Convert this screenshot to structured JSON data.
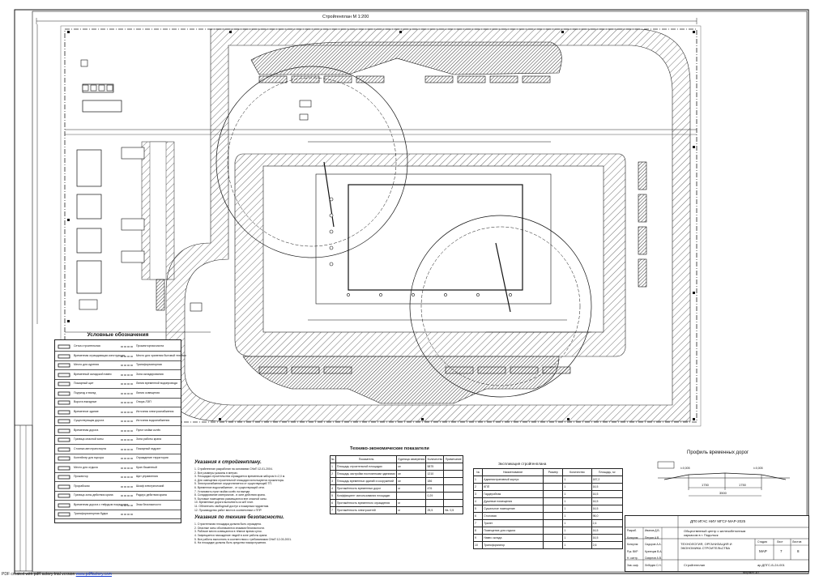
{
  "drawing": {
    "top_scale_label": "Стройгенплан М 1:200",
    "bottom_scale_label": "Стройгенплан",
    "format_label": "Формат А1"
  },
  "legend": {
    "title": "Условные обозначения",
    "rows": [
      {
        "left": "Сетка строительная",
        "right": "Прожекторная мачта"
      },
      {
        "left": "Временная ограждающая конструкция",
        "right": "Место для хранения бытовой техники"
      },
      {
        "left": "Место для курения",
        "right": "Трансформаторная"
      },
      {
        "left": "Временный складской навес",
        "right": "Зона складирования"
      },
      {
        "left": "Пожарный щит",
        "right": "Линия временной водопровода"
      },
      {
        "left": "Подъезд и въезд",
        "right": "Линия освещения"
      },
      {
        "left": "Ворота въездные",
        "right": "Опора ЛЭП"
      },
      {
        "left": "Временное здание",
        "right": "Источник электроснабжения"
      },
      {
        "left": "Существующая дорога",
        "right": "Источник водоснабжения"
      },
      {
        "left": "Временная дорога",
        "right": "Пункт мойки колёс"
      },
      {
        "left": "Граница опасной зоны",
        "right": "Зона работы крана"
      },
      {
        "left": "Стоянка автотранспорта",
        "right": "Пожарный гидрант"
      },
      {
        "left": "Контейнер для мусора",
        "right": "Ограждение территории"
      },
      {
        "left": "Место для отдыха",
        "right": "Кран башенный"
      },
      {
        "left": "Прожектор",
        "right": "Щит управления"
      },
      {
        "left": "Прорабская",
        "right": "Шкаф электрический"
      },
      {
        "left": "Граница зоны действия крана",
        "right": "Радиус действия крана"
      },
      {
        "left": "Временная дорога с твёрдым покрытием",
        "right": "Знак безопасности"
      },
      {
        "left": "Трансформаторная будка",
        "right": ""
      }
    ]
  },
  "notes": {
    "heading1": "Указания к стройгенплану.",
    "lines1": [
      "1. Стройгенплан разработан на основании СНиП 12-01-2004.",
      "2. Все размеры указаны в метрах.",
      "3. Площадка строительства ограждается временным забором h=2,0 м.",
      "4. Для освещения строительной площадки используются прожекторы.",
      "5. Электроснабжение осуществляется от существующей ТП.",
      "6. Временное водоснабжение - от существующей сети.",
      "7. Установить пункт мойки колёс на выезде.",
      "8. Складирование материалов - в зоне действия крана.",
      "9. Бытовые помещения размещаются вне опасной зоны.",
      "10. Временные дороги выполнить из ж/б плит.",
      "11. Обеспечить свободный доступ к пожарным гидрантам.",
      "12. Производство работ вести в соответствии с ППР."
    ],
    "heading2": "Указания по технике безопасности.",
    "lines2": [
      "1. Строительная площадка должна быть ограждена.",
      "2. Опасные зоны обозначаются знаками безопасности.",
      "3. Рабочие места освещаются в тёмное время суток.",
      "4. Запрещается нахождение людей в зоне работы крана.",
      "5. Все работы выполнять в соответствии с требованиями СНиП 12-03-2001.",
      "6. На площадке должны быть средства пожаротушения."
    ]
  },
  "tep": {
    "title": "Технико-экономические показатели",
    "headers": [
      "№",
      "Показатель",
      "Единица измерения",
      "Количество",
      "Примечание"
    ],
    "rows": [
      [
        "1",
        "Площадь строительной площадки",
        "м²",
        "5875",
        ""
      ],
      [
        "2",
        "Площадь застройки постоянными зданиями",
        "м²",
        "1210",
        ""
      ],
      [
        "3",
        "Площадь временных зданий и сооружений",
        "м²",
        "186",
        ""
      ],
      [
        "4",
        "Протяжённость временных дорог",
        "м",
        "476",
        ""
      ],
      [
        "5",
        "Коэффициент использования площадки",
        "",
        "0,29",
        ""
      ],
      [
        "6",
        "Протяжённость временного ограждения",
        "м",
        "",
        ""
      ],
      [
        "7",
        "Протяжённость электросетей",
        "м",
        "25,5",
        "Кв. 0,5"
      ]
    ]
  },
  "buildings": {
    "title": "Экспликация стройгенплана",
    "headers": [
      "№",
      "Наименование",
      "Размер",
      "Количество",
      "Площадь, м²"
    ],
    "rows": [
      [
        "1",
        "Административный корпус",
        "",
        "1",
        "187,2"
      ],
      [
        "2",
        "КПП",
        "",
        "1",
        "16,5"
      ],
      [
        "3",
        "Гардеробная",
        "",
        "1",
        "16,5"
      ],
      [
        "4",
        "Душевые помещения",
        "",
        "1",
        "16,5"
      ],
      [
        "5",
        "Сушильное помещение",
        "",
        "1",
        "16,5"
      ],
      [
        "6",
        "Столовая",
        "",
        "1",
        "96,0"
      ],
      [
        "7",
        "Туалет",
        "",
        "1",
        "2,4"
      ],
      [
        "8",
        "Помещение для отдыха",
        "",
        "1",
        "16,5"
      ],
      [
        "9",
        "Навес склада",
        "",
        "1",
        "16,5"
      ],
      [
        "10",
        "Трансформатор",
        "",
        "1",
        "2,6"
      ]
    ]
  },
  "profile": {
    "title": "Профиль временных дорог",
    "dim_left": "1750",
    "dim_right": "1750",
    "dim_total": "3500",
    "slope_left": "i=0,005",
    "slope_right": "i=0,005"
  },
  "stamp": {
    "code": "ДП0 ИГАС НИУ МГСУ-МАР-2025",
    "object": "Общественный центр с железобетонным каркасом в г. Подольск",
    "section": "ТЕХНОЛОГИЯ, ОРГАНИЗАЦИЯ И ЭКОНОМИКА СТРОИТЕЛЬСТВА",
    "sheet_name": "Стройгенплан",
    "stage_h": "Стадия",
    "sheet_h": "Лист",
    "sheets_h": "Листов",
    "stage": "МАР",
    "sheet": "7",
    "sheets": "8",
    "drawing_no": "ар.ДПГС-Б-24-001",
    "roles": [
      "Разраб.",
      "Консульт.",
      "Консульт.",
      "Рук. ВКР",
      "Н. контр.",
      "Зав. каф."
    ],
    "names": [
      "Иванов Д.В.",
      "Петров А.В.",
      "Сидоров А.А.",
      "Кузнецов В.А.",
      "Смирнов А.В.",
      "Лебедев С.Н."
    ]
  },
  "footer": {
    "prefix": "PDF created with pdfFactory trial version ",
    "link": "www.pdffactory.com"
  }
}
